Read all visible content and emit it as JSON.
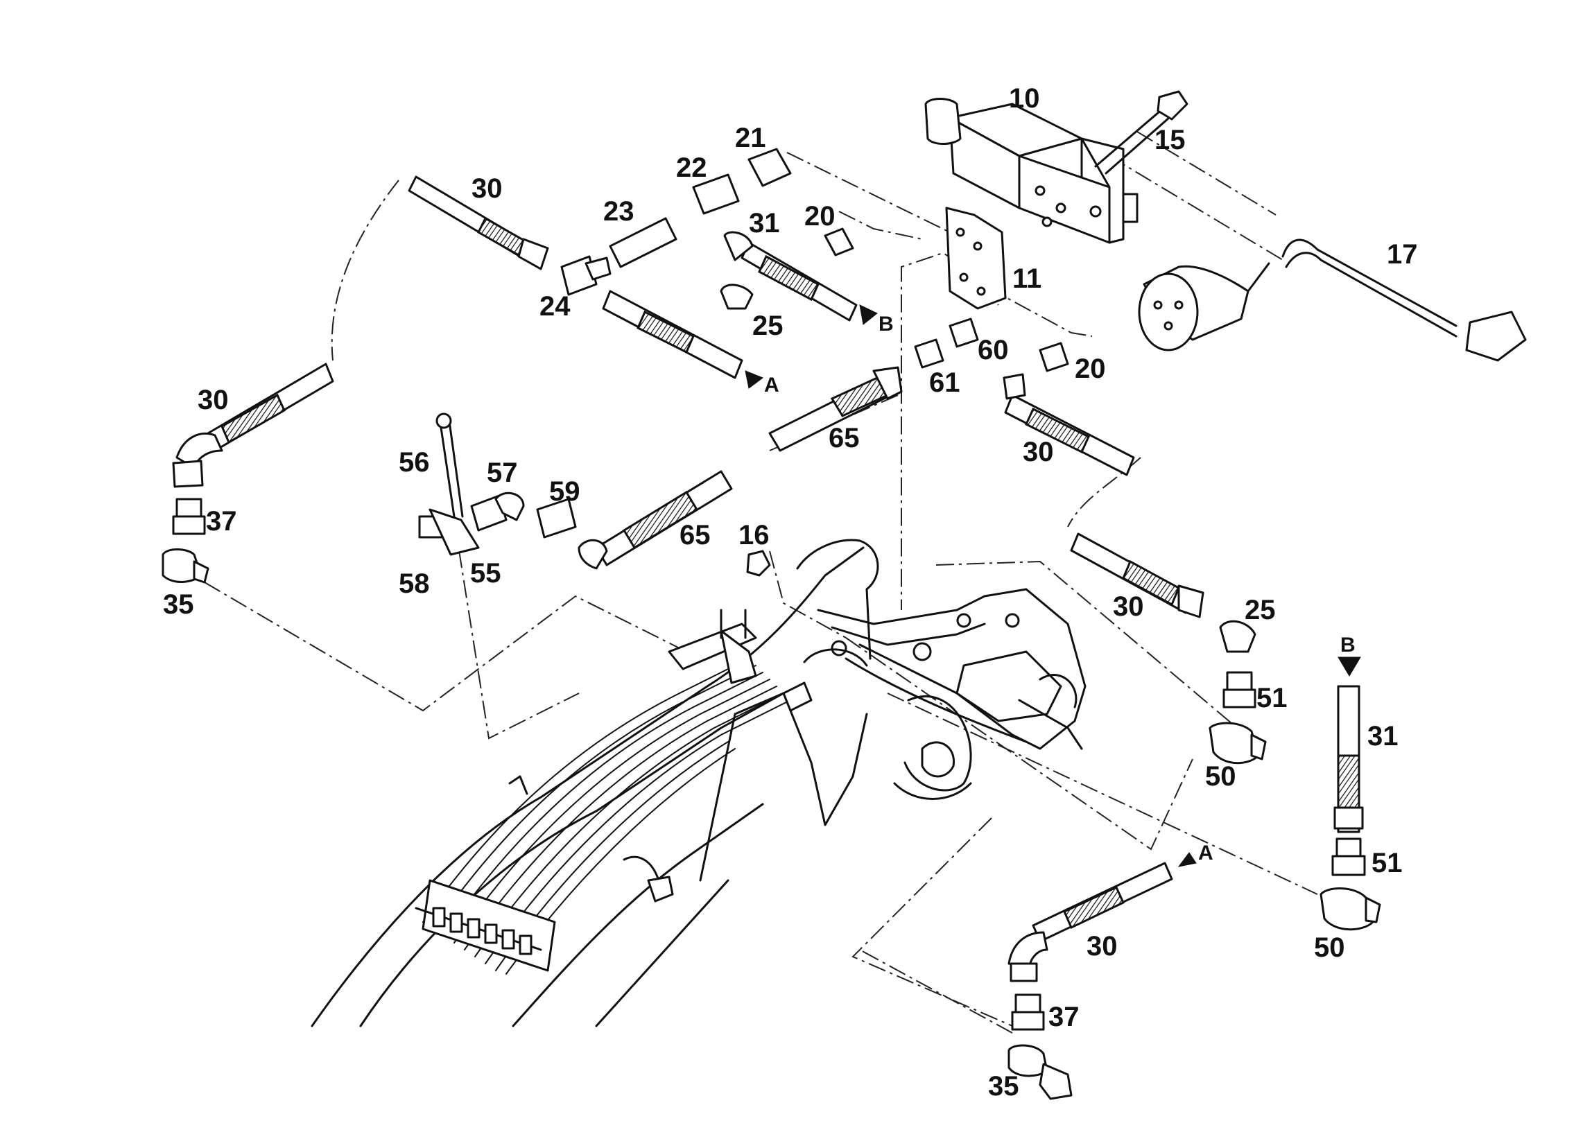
{
  "callouts": {
    "p10": "10",
    "p11": "11",
    "p15": "15",
    "p16": "16",
    "p17": "17",
    "p20a": "20",
    "p20b": "20",
    "p21": "21",
    "p22": "22",
    "p23": "23",
    "p24": "24",
    "p25a": "25",
    "p25b": "25",
    "p30a": "30",
    "p30b": "30",
    "p30c": "30",
    "p30d": "30",
    "p30e": "30",
    "p31a": "31",
    "p31b": "31",
    "p35a": "35",
    "p35b": "35",
    "p37a": "37",
    "p37b": "37",
    "p50a": "50",
    "p50b": "50",
    "p51a": "51",
    "p51b": "51",
    "p55": "55",
    "p56": "56",
    "p57": "57",
    "p58": "58",
    "p59": "59",
    "p60": "60",
    "p61": "61",
    "p65a": "65",
    "p65b": "65"
  },
  "flow_markers": {
    "a_top": "A",
    "b_top": "B",
    "a_bottom": "A",
    "b_right": "B"
  },
  "colors": {
    "ink": "#111111",
    "paper": "#ffffff"
  }
}
